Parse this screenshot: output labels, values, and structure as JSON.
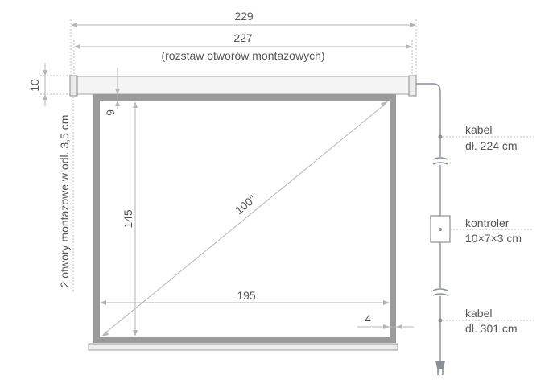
{
  "dimensions": {
    "total_width": "229",
    "hole_spacing": "227",
    "hole_spacing_note": "(rozstaw otworów montażowych)",
    "tube_height": "10",
    "top_margin": "9",
    "screen_height": "145",
    "diagonal": "100\"",
    "screen_width": "195",
    "border": "4"
  },
  "mounting_note": "2 otwory montażowe w odl. 3,5 cm",
  "cable_top": {
    "label": "kabel",
    "length": "dł. 224 cm"
  },
  "controller": {
    "label": "kontroler",
    "size": "10×7×3 cm"
  },
  "cable_bottom": {
    "label": "kabel",
    "length": "dł. 301 cm"
  },
  "colors": {
    "frame": "#9a9a9a",
    "tube": "#f4f4f4",
    "wire": "#8a8f9a",
    "dimension": "#b5b5b5",
    "text": "#555555"
  }
}
